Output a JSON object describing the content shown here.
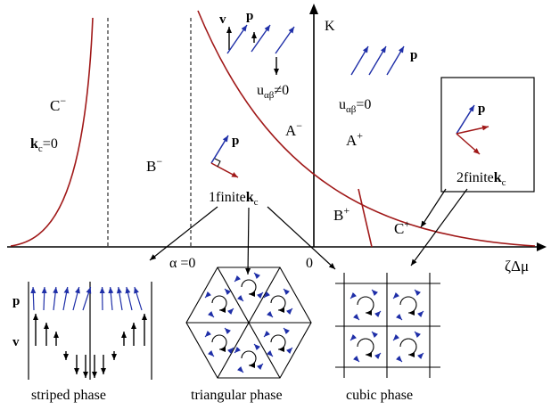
{
  "colors": {
    "phase_boundary": "#a01818",
    "polarization_arrow": "#1f2fa8",
    "ink": "#000000"
  },
  "axes": {
    "x_label": "ζΔμ",
    "y_label": "K",
    "origin_label": "0",
    "alpha_zero_label": "α =0"
  },
  "regions": {
    "c_minus": "C",
    "c_minus_sup": "−",
    "kc_zero_k": "k",
    "kc_zero_sub": "c",
    "kc_zero_rest": "=0",
    "b_minus": "B",
    "b_minus_sup": "−",
    "a_minus": "A",
    "a_minus_sup": "−",
    "a_plus": "A",
    "a_plus_sup": "+",
    "b_plus": "B",
    "b_plus_sup": "+",
    "c_plus": "C",
    "c_plus_sup": "+"
  },
  "annotations": {
    "u_nonzero_u": "u",
    "u_nonzero_sub": "αβ",
    "u_nonzero_rest": "≠0",
    "u_zero_u": "u",
    "u_zero_sub": "αβ",
    "u_zero_rest": "=0",
    "v_label": "v",
    "p_label": "p",
    "one_finite_num": "1finite",
    "one_finite_k": "k",
    "one_finite_sub": "c",
    "two_finite_num": "2finite",
    "two_finite_k": "k",
    "two_finite_sub": "c"
  },
  "insets": {
    "striped": {
      "caption": "striped phase",
      "p_label": "p",
      "v_label": "v"
    },
    "triangular": {
      "caption": "triangular phase"
    },
    "cubic": {
      "caption": "cubic phase"
    }
  }
}
